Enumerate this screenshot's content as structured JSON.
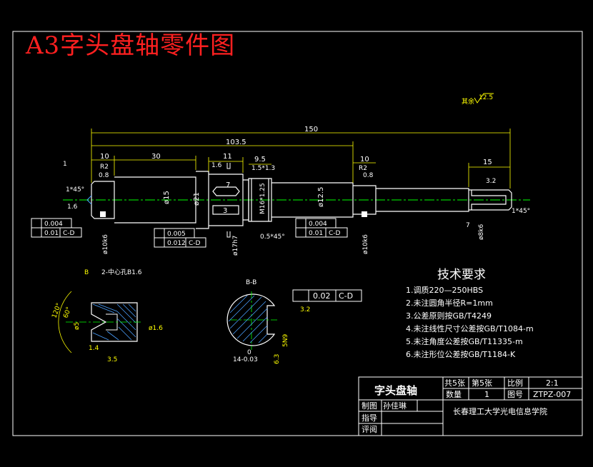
{
  "title": "A3字头盘轴零件图",
  "roughness_note": "其余",
  "roughness_value": "12.5",
  "dims": {
    "overall": "150",
    "d103": "103.5",
    "d10a": "10",
    "d30": "30",
    "d11": "11",
    "d95": "9.5",
    "d10b": "10",
    "d15": "15",
    "r2a": "R2",
    "r2b": "R2",
    "ra08a": "0.8",
    "ra08b": "0.8",
    "ra16a": "1.6",
    "ra16b": "1.6",
    "ra32": "3.2",
    "ch1": "1*45°",
    "ch2": "1*45°",
    "ch3": "1.5*1.3",
    "ch4": "0.5*45°",
    "label1": "1",
    "slot7": "7",
    "slot3": "3",
    "phi15": "ø15",
    "phi21": "ø21",
    "m16": "M16*1.25",
    "phi125": "ø12.5",
    "phi10k6a": "ø10k6",
    "phi10k6b": "ø10k6",
    "phi17h7": "ø17h7",
    "phi8k6": "ø8k6",
    "d7": "7",
    "d16": "1.6"
  },
  "tolerances": {
    "a1": "0.004",
    "a2": "0.01",
    "a2ref": "C-D",
    "b1": "0.005",
    "b2": "0.012",
    "b2ref": "C-D",
    "c1": "0.004",
    "c2": "0.01",
    "c2ref": "C-D",
    "section_tol": "0.02",
    "section_ref": "C-D"
  },
  "detail": {
    "caption": "2-中心孔B1.6",
    "letter": "B",
    "angle120": "120°",
    "angle60": "60°",
    "phi6": "ø5",
    "phi16": "ø1.6",
    "d14": "1.4",
    "d35": "3.5"
  },
  "section": {
    "caption": "B-B",
    "ra32": "3.2",
    "d5n9": "5N9",
    "d63": "6.3",
    "zero": "0",
    "width": "14-0.03"
  },
  "requirements": {
    "heading": "技术要求",
    "items": [
      "1.调质220—250HBS",
      "2.未注圆角半径R=1mm",
      "3.公差原则按GB/T4249",
      "4.未注线性尺寸公差按GB/T1084-m",
      "5.未注角度公差按GB/T11335-m",
      "6.未注形位公差按GB/T1184-K"
    ]
  },
  "title_block": {
    "part_name": "字头盘轴",
    "sheets_total": "共5张",
    "sheet_no": "第5张",
    "scale_label": "比例",
    "scale_value": "2:1",
    "qty_label": "数量",
    "qty_value": "1",
    "drawing_no_label": "图号",
    "drawing_no_value": "ZTPZ-007",
    "drawn_label": "制图",
    "drawn_name": "孙佳琳",
    "guide_label": "指导",
    "review_label": "评阅",
    "school": "长春理工大学光电信息学院"
  },
  "colors": {
    "background": "#000000",
    "outline": "#ffffff",
    "dimension": "#ffff00",
    "centerline": "#00ff00",
    "hatch": "#4aa0ff",
    "title": "#ff2020"
  }
}
